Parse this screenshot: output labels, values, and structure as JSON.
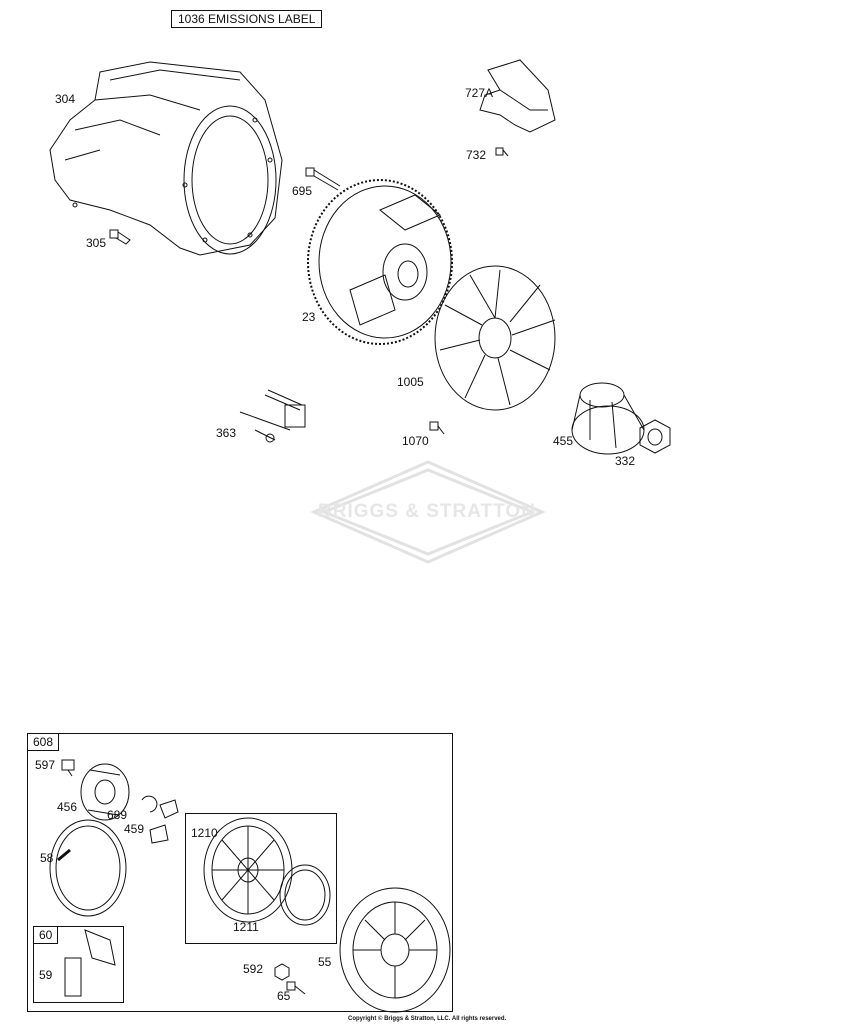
{
  "emissions_label": "1036 EMISSIONS LABEL",
  "watermark": "BRIGGS & STRATTON",
  "copyright": "Copyright © Briggs & Stratton, LLC. All rights reserved.",
  "callouts": {
    "p304": "304",
    "p305": "305",
    "p695": "695",
    "p727A": "727A",
    "p732": "732",
    "p23": "23",
    "p1005": "1005",
    "p363": "363",
    "p1070": "1070",
    "p455": "455",
    "p332": "332"
  },
  "kit_608": {
    "tag": "608",
    "callouts": {
      "p597": "597",
      "p456": "456",
      "p689": "689",
      "p459": "459",
      "p58": "58",
      "p1210": "1210",
      "p1211": "1211",
      "p592": "592",
      "p55": "55",
      "p65": "65"
    },
    "sub_60": {
      "tag": "60",
      "p59": "59"
    }
  },
  "colors": {
    "line": "#111111",
    "watermark": "#e2e2e2"
  }
}
